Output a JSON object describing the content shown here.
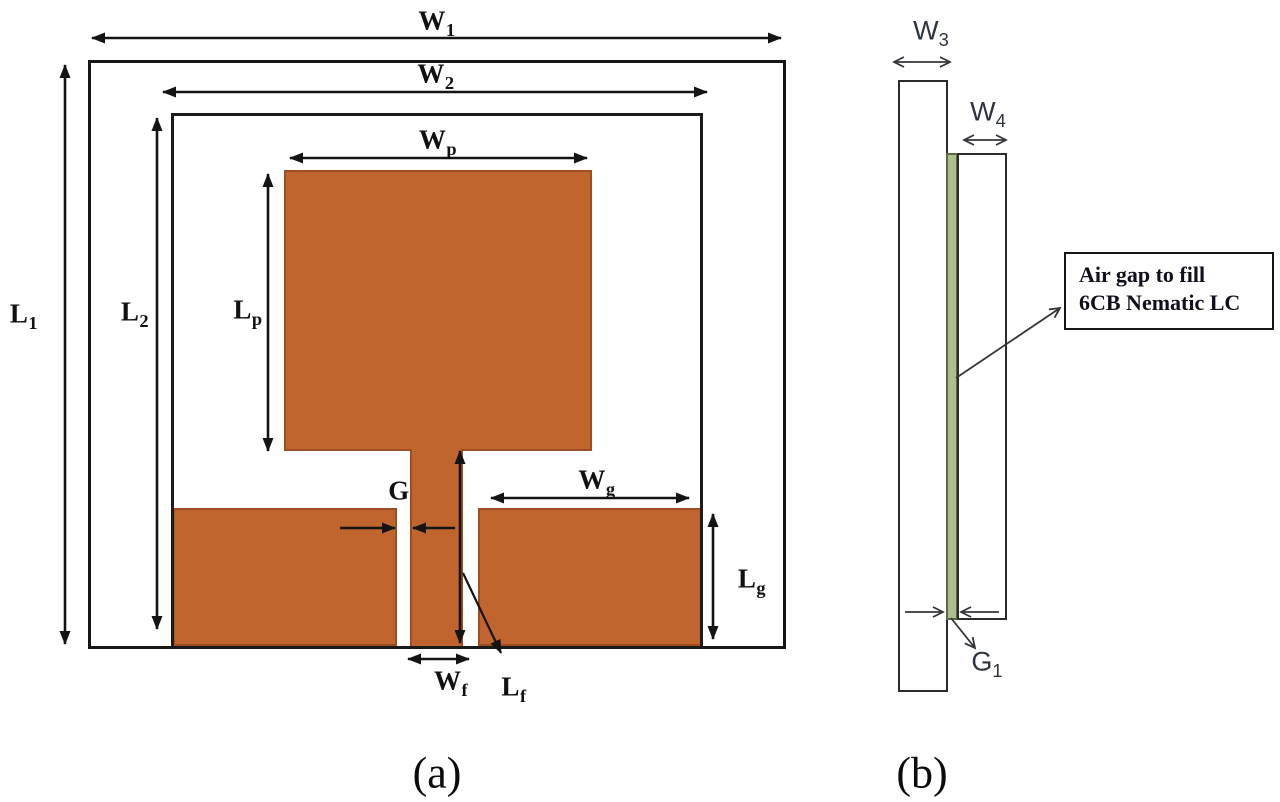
{
  "figure": {
    "colors": {
      "copper": "#C1652F",
      "copper_border": "#9E4E20",
      "lc_green": "#A9C08C",
      "lc_green_border": "#5A6B44"
    },
    "panel_a": {
      "caption": "(a)",
      "labels": {
        "w1": {
          "main": "W",
          "sub": "1"
        },
        "w2": {
          "main": "W",
          "sub": "2"
        },
        "wp": {
          "main": "W",
          "sub": "p"
        },
        "l1": {
          "main": "L",
          "sub": "1"
        },
        "l2": {
          "main": "L",
          "sub": "2"
        },
        "lp": {
          "main": "L",
          "sub": "p"
        },
        "g": {
          "main": "G",
          "sub": ""
        },
        "wg": {
          "main": "W",
          "sub": "g"
        },
        "lg": {
          "main": "L",
          "sub": "g"
        },
        "wf": {
          "main": "W",
          "sub": "f"
        },
        "lf": {
          "main": "L",
          "sub": "f"
        }
      }
    },
    "panel_b": {
      "caption": "(b)",
      "labels": {
        "w3": {
          "main": "W",
          "sub": "3"
        },
        "w4": {
          "main": "W",
          "sub": "4"
        },
        "g1": {
          "main": "G",
          "sub": "1"
        }
      },
      "annotation": {
        "line1": "Air gap to fill",
        "line2": "6CB Nematic LC"
      }
    }
  }
}
